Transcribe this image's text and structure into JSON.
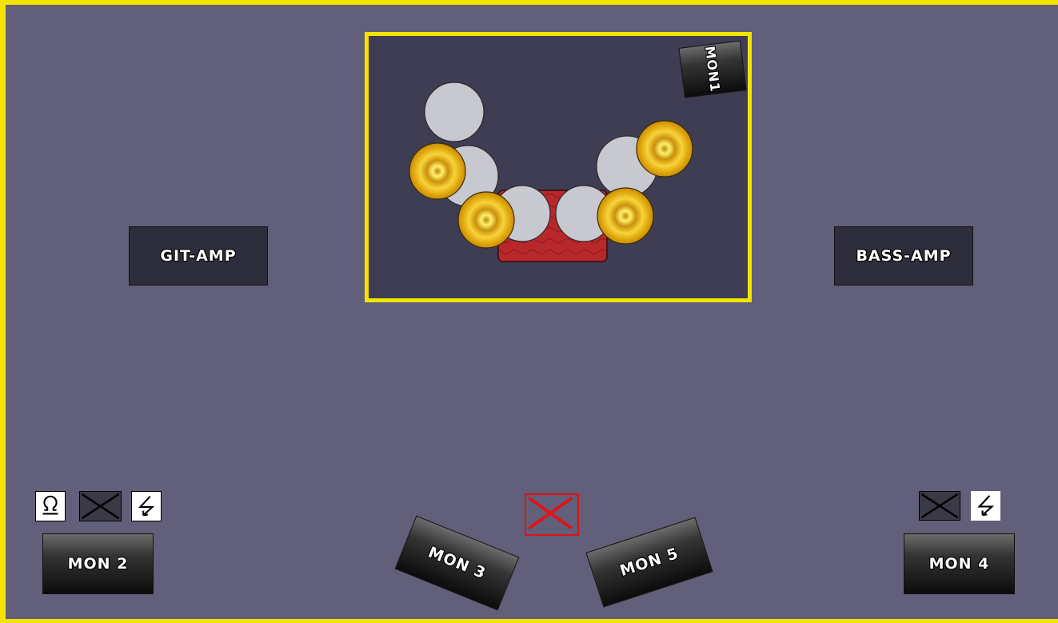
{
  "amps": {
    "guitar": "GIT-AMP",
    "bass": "BASS-AMP"
  },
  "monitors": {
    "mon1": "MON1",
    "mon2": "MON 2",
    "mon3": "MON 3",
    "mon4": "MON 4",
    "mon5": "MON 5"
  },
  "icons": {
    "left_group": [
      "omega-outlet-icon",
      "xlr-crossed-icon",
      "power-lightning-icon"
    ],
    "right_group": [
      "xlr-crossed-icon",
      "power-lightning-icon"
    ],
    "center": "red-cross-marker-icon"
  },
  "colors": {
    "stage_fill": "#615f79",
    "stage_border": "#f2e400",
    "riser_fill": "#3e3d53",
    "drum_fill": "#c8c8d0",
    "cymbal_fill": "#e2ad10",
    "rug_fill": "#b22a2a",
    "marker_red": "#e61010"
  }
}
